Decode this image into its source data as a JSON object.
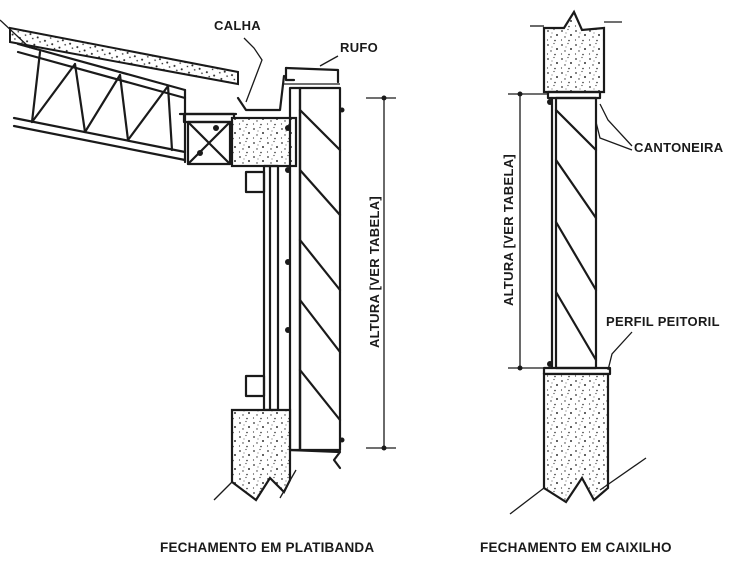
{
  "labels": {
    "calha": "CALHA",
    "rufo": "RUFO",
    "cantoneira": "CANTONEIRA",
    "perfil_peitoril": "PERFIL PEITORIL",
    "altura_left": "ALTURA [VER TABELA]",
    "altura_right": "ALTURA [VER TABELA]"
  },
  "captions": {
    "platibanda": "FECHAMENTO EM PLATIBANDA",
    "caixilho": "FECHAMENTO EM CAIXILHO"
  }
}
